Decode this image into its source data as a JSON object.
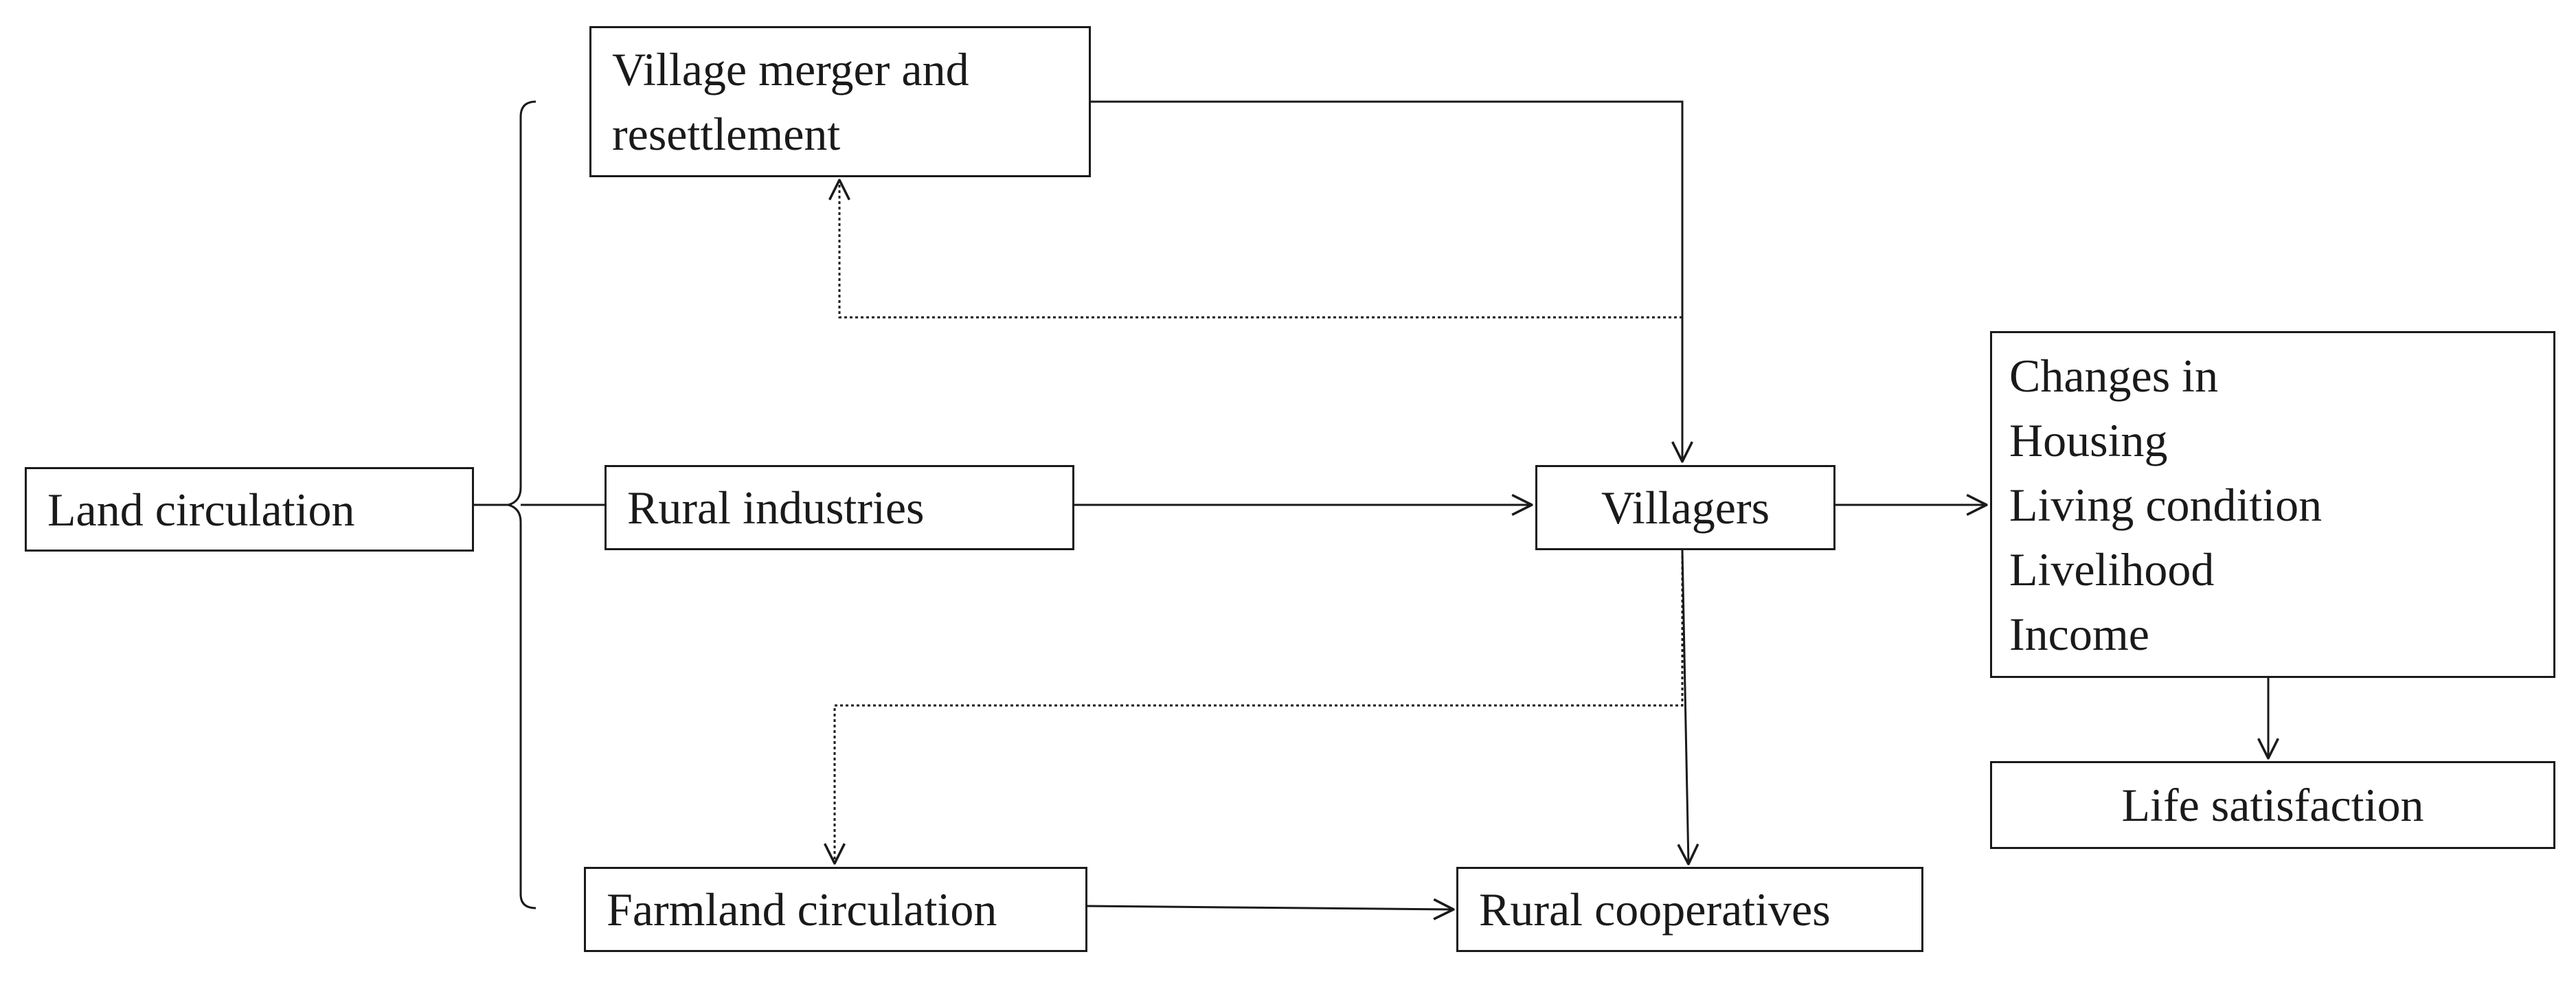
{
  "nodes": {
    "land": "Land circulation",
    "village_line1": "Village merger and",
    "village_line2": "resettlement",
    "industries": "Rural industries",
    "villagers": "Villagers",
    "changes_title": "Changes in",
    "changes_items": [
      "Housing",
      "Living condition",
      "Livelihood",
      "Income"
    ],
    "life": "Life satisfaction",
    "farmland": "Farmland circulation",
    "coops": "Rural cooperatives"
  },
  "edges": [
    {
      "from": "Land circulation",
      "to": "Village merger and resettlement",
      "style": "bracket"
    },
    {
      "from": "Land circulation",
      "to": "Rural industries",
      "style": "bracket"
    },
    {
      "from": "Land circulation",
      "to": "Farmland circulation",
      "style": "bracket"
    },
    {
      "from": "Village merger and resettlement",
      "to": "Villagers",
      "style": "solid"
    },
    {
      "from": "Villagers",
      "to": "Village merger and resettlement",
      "style": "dotted"
    },
    {
      "from": "Rural industries",
      "to": "Villagers",
      "style": "solid"
    },
    {
      "from": "Villagers",
      "to": "Changes in",
      "style": "solid"
    },
    {
      "from": "Changes in",
      "to": "Life satisfaction",
      "style": "solid"
    },
    {
      "from": "Villagers",
      "to": "Farmland circulation",
      "style": "dotted"
    },
    {
      "from": "Villagers",
      "to": "Rural cooperatives",
      "style": "solid"
    },
    {
      "from": "Farmland circulation",
      "to": "Rural cooperatives",
      "style": "solid"
    }
  ]
}
